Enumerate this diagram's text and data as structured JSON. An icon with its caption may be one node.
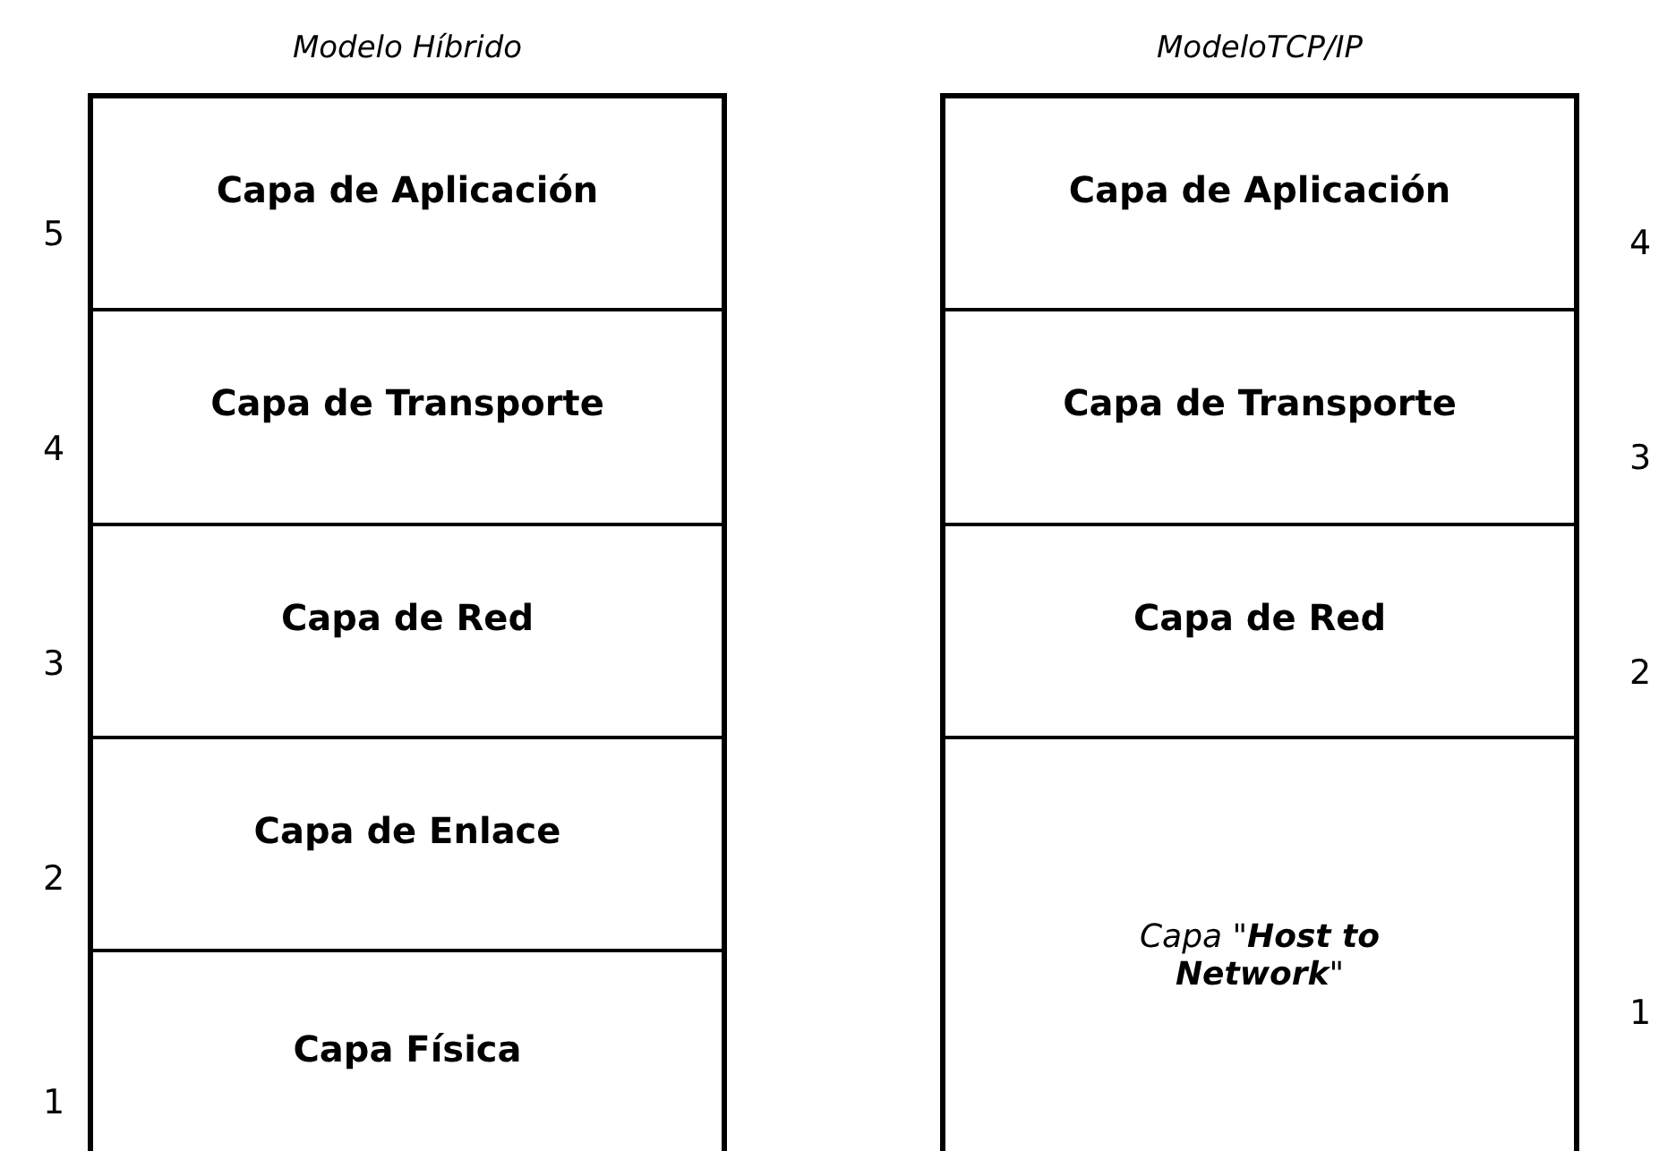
{
  "diagram": {
    "nodes": [
      {
        "text": [
          "Modelo Híbrido"
        ]
      },
      {
        "text": [
          "Capa de Aplicación"
        ],
        "in": 0
      },
      {
        "text": [
          "Capa de Transporte"
        ],
        "in": 0
      },
      {
        "text": [
          "Capa de Red"
        ],
        "in": 0
      },
      {
        "text": [
          "Capa de Enlace"
        ],
        "in": 0
      },
      {
        "text": [
          "Capa Física"
        ],
        "in": 0
      },
      {
        "text": [
          "ModeloTCP/IP"
        ]
      },
      {
        "text": [
          "Capa de Aplicación"
        ],
        "in": 6
      },
      {
        "text": [
          "Capa de Transporte"
        ],
        "in": 6
      },
      {
        "text": [
          "Capa de Red"
        ],
        "in": 6
      },
      {
        "text": [
          "Capa \"**Host to Network**\""
        ],
        "in": 6
      }
    ],
    "labels": [
      "5",
      "4",
      "3",
      "2",
      "1",
      "4",
      "3",
      "2",
      "1"
    ]
  }
}
